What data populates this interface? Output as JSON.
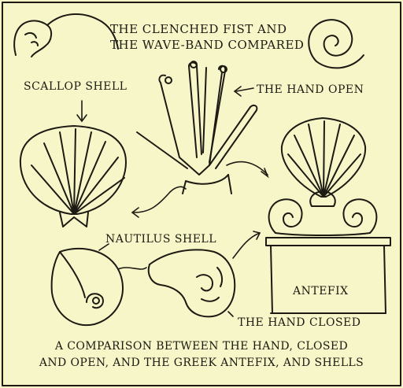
{
  "labels": {
    "title_line1": "THE CLENCHED FIST AND",
    "title_line2": "THE WAVE-BAND COMPARED",
    "scallop_shell": "SCALLOP SHELL",
    "hand_open": "THE HAND OPEN",
    "nautilus_shell": "NAUTILUS SHELL",
    "antefix": "ANTEFIX",
    "hand_closed": "THE HAND CLOSED"
  },
  "caption": {
    "line1": "A COMPARISON BETWEEN THE HAND, CLOSED",
    "line2": "AND OPEN, AND THE GREEK ANTEFIX, AND SHELLS"
  },
  "colors": {
    "background": "#f7f6c8",
    "ink": "#1c1a12"
  }
}
